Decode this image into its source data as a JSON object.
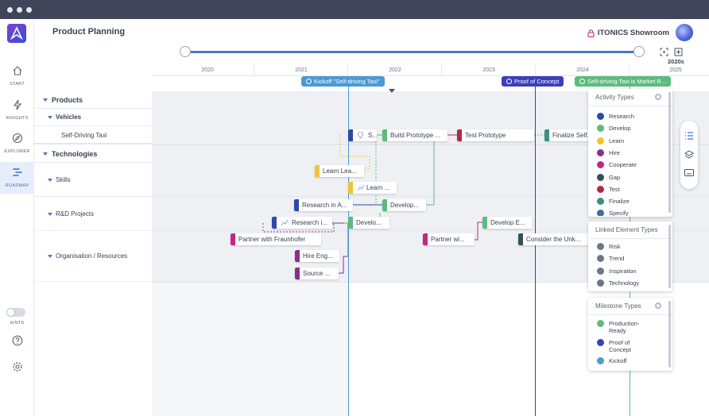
{
  "app": {
    "page_title": "Product Planning",
    "workspace": "ITONICS Showroom",
    "zoom_label": "2020s"
  },
  "colors": {
    "research": "#2b4aa8",
    "develop": "#5dbb7e",
    "learn": "#f2c233",
    "hire": "#8a2f8c",
    "cooperate": "#c4287d",
    "gap": "#37505a",
    "test": "#b02a4a",
    "finalize": "#3c8f86",
    "specify": "#3e6f9c",
    "kickoff": "#4a9ad4",
    "proof": "#3a3fb8",
    "production": "#5dbb7e"
  },
  "nav": [
    {
      "label": "START",
      "icon": "home-icon"
    },
    {
      "label": "INSIGHTS",
      "icon": "lightning-icon"
    },
    {
      "label": "EXPLORER",
      "icon": "compass-icon"
    },
    {
      "label": "ROADMAP",
      "icon": "roadmap-icon"
    }
  ],
  "hints_label": "HINTS",
  "years": [
    "2020",
    "2021",
    "2022",
    "2023",
    "2024",
    "2025"
  ],
  "milestones": {
    "kickoff": "Kickoff \"Self-driving Taxi\"",
    "proof": "Proof of Concept",
    "market": "Self-driving Taxi is Market R..."
  },
  "tree": {
    "products": "Products",
    "vehicles": "Vehicles",
    "taxi": "Self-Driving Taxi",
    "technologies": "Technologies",
    "skills": "Skills",
    "rd": "R&D Projects",
    "org": "Organisation / Resources"
  },
  "activities": {
    "a1": "S...",
    "a2": "Build Prototype ...",
    "a3": "Test Prototype",
    "a4": "Finalize Self...",
    "a5": "Learn Lea...",
    "a6": "Learn ...",
    "a7": "Research in A...",
    "a8": "Develop...",
    "a9": "Research i...",
    "a10": "Develo...",
    "a11": "Develop E...",
    "a12": "Partner with Fraunhofer",
    "a13": "Partner wi...",
    "a14": "Consider the Unk...",
    "a15": "Hire Eng...",
    "a16": "Source ..."
  },
  "legend": {
    "activity_title": "Activity Types",
    "activity_items": [
      "Research",
      "Develop",
      "Learn",
      "Hire",
      "Cooperate",
      "Gap",
      "Test",
      "Finalize",
      "Specify"
    ],
    "linked_title": "Linked Element Types",
    "linked_items": [
      "Risk",
      "Trend",
      "Inspiration",
      "Technology"
    ],
    "milestone_title": "Milestone Types",
    "milestone_items": [
      "Production-Ready",
      "Proof of Concept",
      "Kickoff"
    ]
  }
}
